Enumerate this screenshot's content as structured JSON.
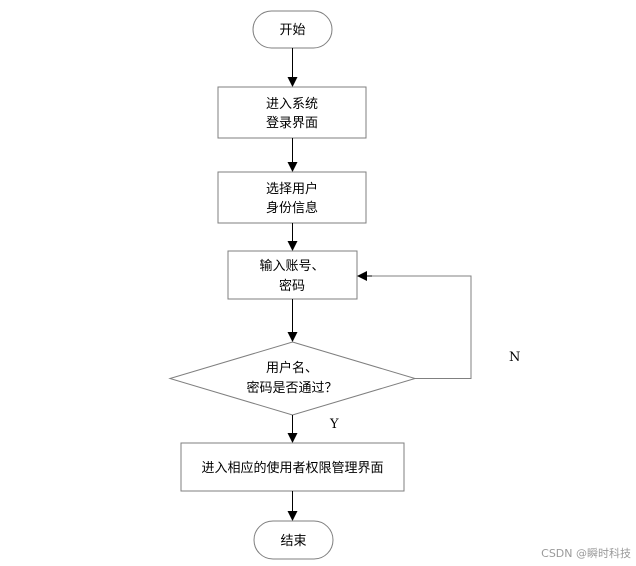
{
  "flowchart": {
    "start_label": "开始",
    "step_enter_login": {
      "line1": "进入系统",
      "line2": "登录界面"
    },
    "step_select_user": {
      "line1": "选择用户",
      "line2": "身份信息"
    },
    "step_input": {
      "line1": "输入账号、",
      "line2": "密码"
    },
    "decision": {
      "line1": "用户名、",
      "line2": "密码是否通过？"
    },
    "step_enter_admin": "进入相应的使用者权限管理界面",
    "end_label": "结束",
    "edge_no_label": "N",
    "edge_yes_label": "Y"
  },
  "watermark": "CSDN @瞬时科技",
  "colors": {
    "node_border": "#7f7f7f",
    "arrow": "#000000",
    "loop_line": "#808080",
    "watermark": "#9a9a9a"
  }
}
